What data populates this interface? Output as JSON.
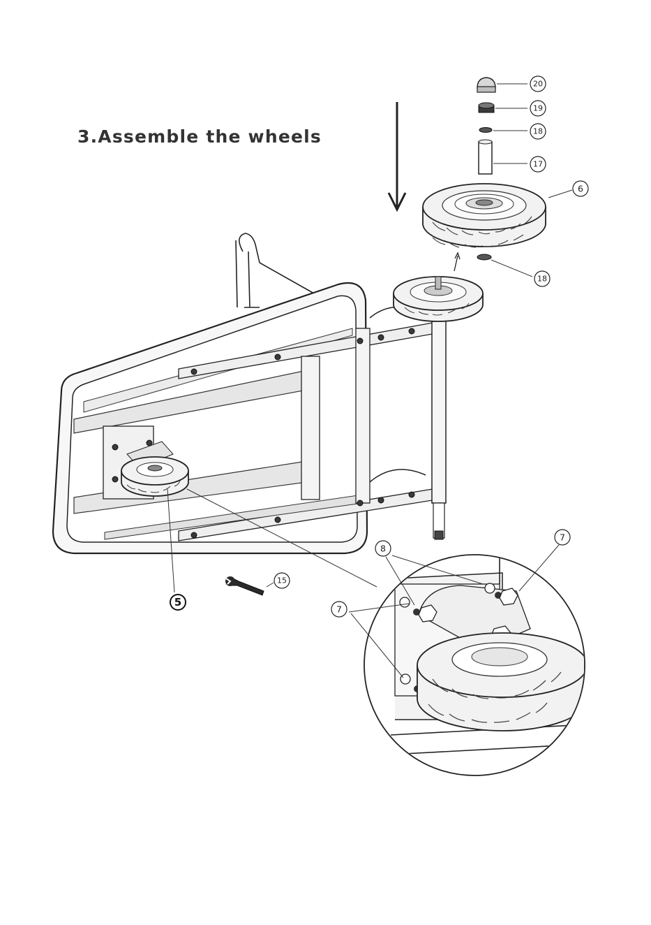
{
  "title": "3.Assemble the wheels",
  "callouts": {
    "p20": "20",
    "p19": "19",
    "p18_top": "18",
    "p17": "17",
    "p6": "6",
    "p18_bottom": "18",
    "p15": "15",
    "p5": "5",
    "p8": "8",
    "p7_right": "7",
    "p7_left": "7"
  }
}
